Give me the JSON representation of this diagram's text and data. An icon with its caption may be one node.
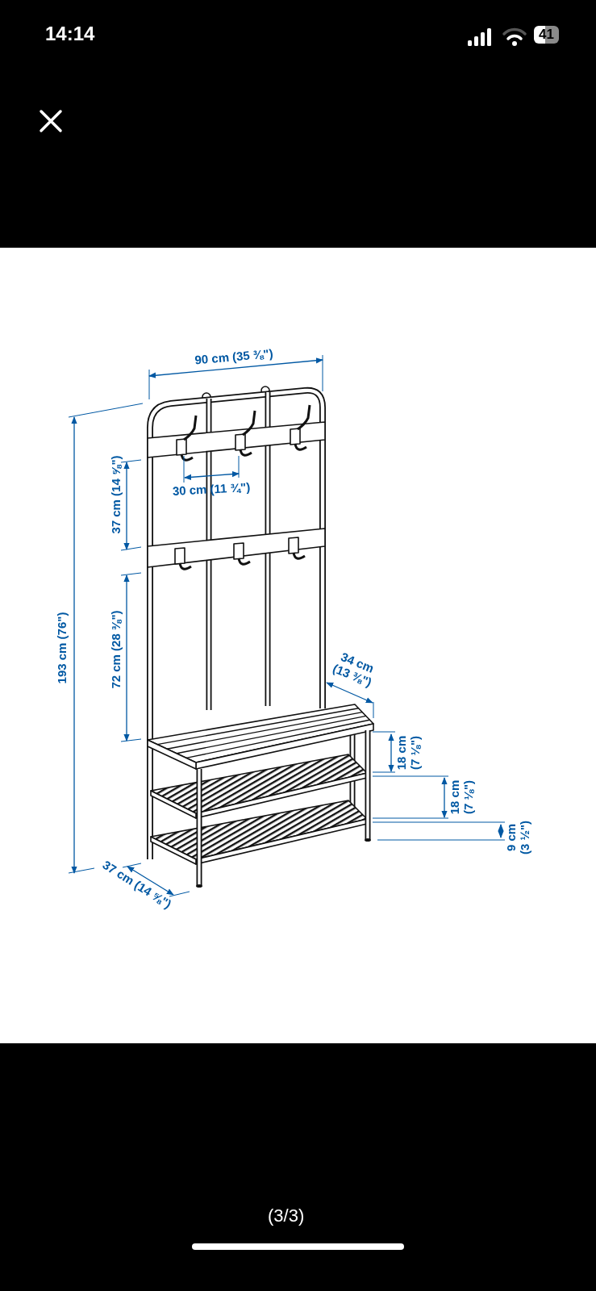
{
  "diagram": {
    "labels": [
      "14:14",
      "41",
      "90 cm (35 ⅜\")",
      "30 cm (11 ¾\")",
      "37 cm (14 ⅝\")",
      "72 cm (28 ⅜\")",
      "193 cm (76\")",
      "34 cm (13 ⅜\")",
      "18 cm (7 ⅛\")",
      "18 cm (7 ⅛\")",
      "9 cm (3 ½\")",
      "37 cm (14 ⅝\")",
      "(3/3)"
    ]
  }
}
